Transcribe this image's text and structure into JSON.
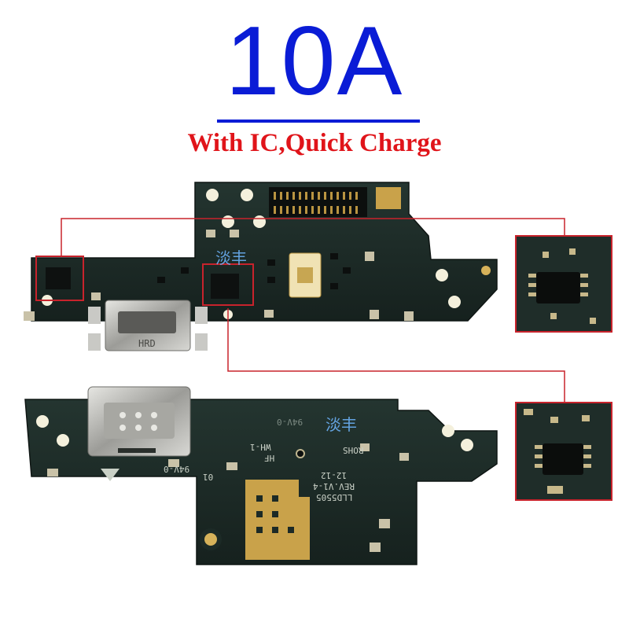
{
  "header": {
    "title": "10A",
    "subtitle": "With IC,Quick Charge"
  },
  "watermarks": {
    "top_board": "淡丰",
    "bottom_board": "淡丰"
  },
  "silkscreen": {
    "top_connector": "HRD",
    "bottom_left_a": "94V-0",
    "bottom_left_b": "01",
    "bottom_mid_a": "WH-1",
    "bottom_mid_b": "HF",
    "bottom_rohs": "ROHS",
    "bottom_rev": "REV.V1-4",
    "bottom_date": "12-12",
    "bottom_part": "LLD5505",
    "bottom_corner": "94V-0"
  },
  "colors": {
    "title": "#0a1cd6",
    "subtitle": "#e0141a",
    "callout": "#c8232c",
    "pcb": "#1c2a26",
    "pad_gold": "#c9a24a"
  }
}
